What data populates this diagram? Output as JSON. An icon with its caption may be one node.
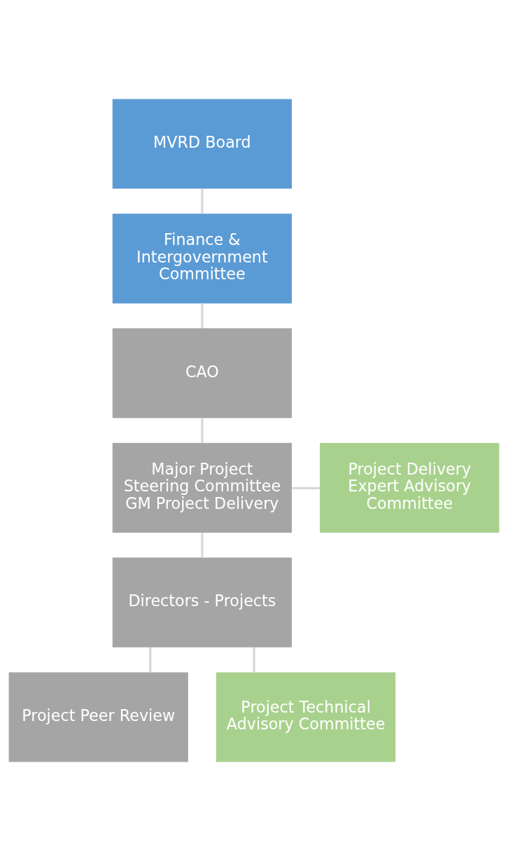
{
  "diagram": {
    "nodes": [
      {
        "text": [
          "MVRD Board"
        ]
      },
      {
        "text": [
          "Finance & Intergovernment Committee"
        ]
      },
      {
        "text": [
          "CAO"
        ]
      },
      {
        "text": [
          "Major Project Steering Committee",
          "GM Project Delivery"
        ]
      },
      {
        "text": [
          "Project Delivery Expert Advisory Committee"
        ]
      },
      {
        "text": [
          "Directors - Projects"
        ]
      },
      {
        "text": [
          "Project Peer Review"
        ]
      },
      {
        "text": [
          "Project Technical Advisory Committee"
        ]
      }
    ],
    "edges": [
      {
        "from": 0,
        "to": 1,
        "arrow": "none"
      },
      {
        "from": 1,
        "to": 2,
        "arrow": "none"
      },
      {
        "from": 2,
        "to": 3,
        "arrow": "none"
      },
      {
        "from": 3,
        "to": 4,
        "arrow": "none"
      },
      {
        "from": 3,
        "to": 5,
        "arrow": "none"
      },
      {
        "from": 5,
        "to": 6,
        "arrow": "none"
      },
      {
        "from": 5,
        "to": 7,
        "arrow": "none"
      }
    ]
  }
}
